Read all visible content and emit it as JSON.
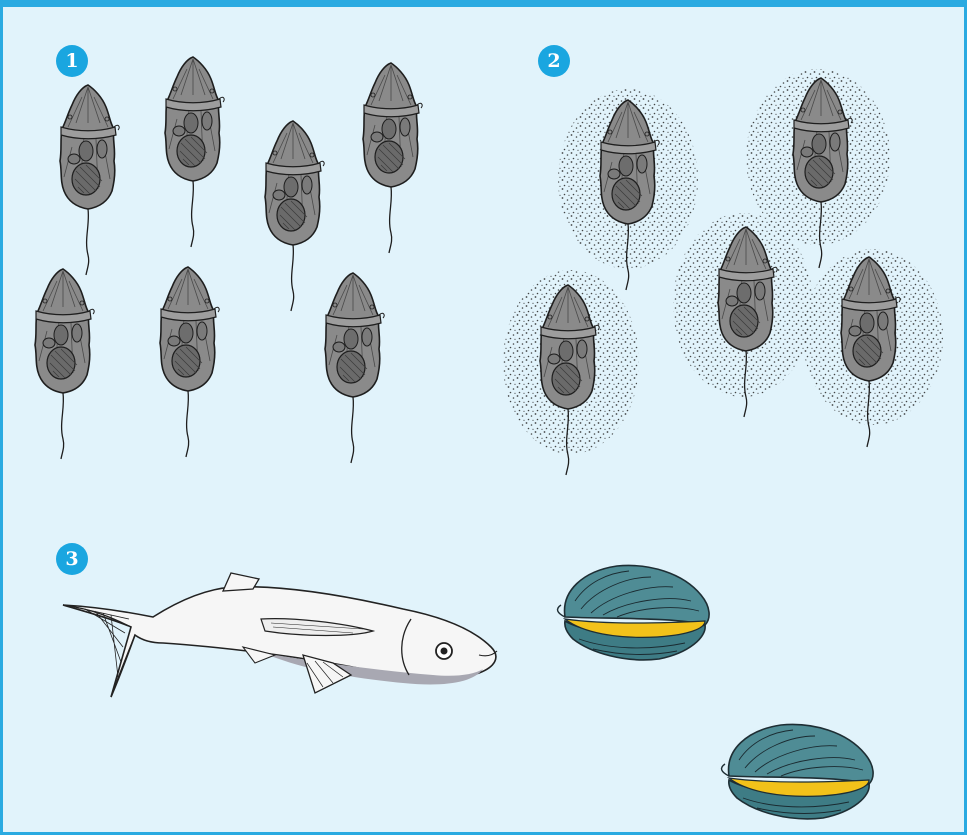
{
  "panels": [
    {
      "number": "1",
      "organism_count": 7,
      "state": "plain"
    },
    {
      "number": "2",
      "organism_count": 5,
      "state": "surrounded by stippled haze"
    },
    {
      "number": "3",
      "contents": [
        "fish",
        "clam",
        "clam"
      ]
    }
  ],
  "colors": {
    "border": "#2aaae1",
    "background": "#e1f3fb",
    "badge": "#1aa6e0",
    "badge_text": "#ffffff",
    "organism_fill": "#8a8a8a",
    "organism_outline": "#1e1e1e",
    "clam_shell": "#4f8c95",
    "clam_band": "#f2c21a"
  },
  "icons": [
    "dinoflagellate-icon",
    "fish-icon",
    "clam-icon"
  ]
}
